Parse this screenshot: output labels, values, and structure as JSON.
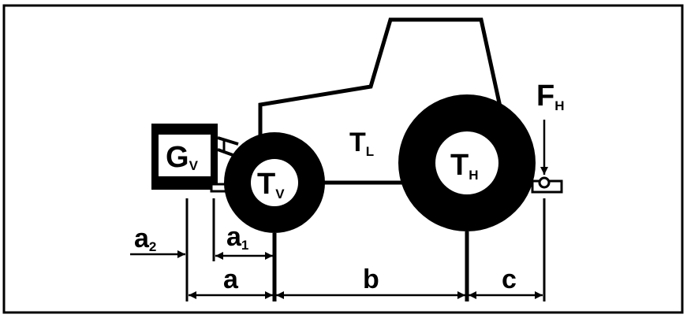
{
  "colors": {
    "ink": "#000000",
    "paper": "#ffffff"
  },
  "labels": {
    "gv_main": "G",
    "gv_sub": "V",
    "tv_main": "T",
    "tv_sub": "V",
    "tl_main": "T",
    "tl_sub": "L",
    "th_main": "T",
    "th_sub": "H",
    "fh_main": "F",
    "fh_sub": "H",
    "a2_main": "a",
    "a2_sub": "2",
    "a1_main": "a",
    "a1_sub": "1",
    "a": "a",
    "b": "b",
    "c": "c"
  }
}
